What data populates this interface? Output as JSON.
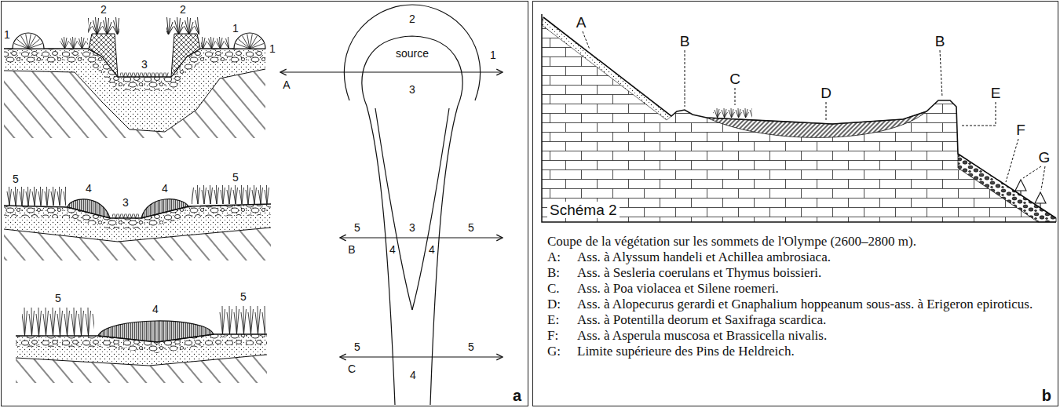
{
  "diagram": {
    "caption": "Coupe de la végétation sur les sommets de l'Olympe (2600–2800 m).",
    "nodes": [
      {
        "text": [
          "a"
        ]
      },
      {
        "text": [
          "b"
        ]
      }
    ],
    "labels": [
      "1",
      "2",
      "2",
      "1",
      "1",
      "3",
      "2",
      "source",
      "1",
      "A",
      "3",
      "5",
      "5",
      "4",
      "3",
      "4",
      "5",
      "3",
      "5",
      "B",
      "4",
      "4",
      "5",
      "5",
      "4",
      "5",
      "5",
      "C",
      "4",
      "A",
      "B",
      "C",
      "D",
      "B",
      "E",
      "F",
      "G",
      "Schéma 2",
      "A:",
      "Ass. à Alyssum handeli et Achillea ambrosiaca.",
      "B:",
      "Ass. à Sesleria coerulans et Thymus boissieri.",
      "C.",
      "Ass. à Poa violacea et Silene roemeri.",
      "D:",
      "Ass. à Alopecurus gerardi et Gnaphalium hoppeanum sous-ass. à Erigeron epiroticus.",
      "E:",
      "Ass. à Potentilla deorum et Saxifraga scardica.",
      "F:",
      "Ass. à Asperula muscosa et Brassicella nivalis.",
      "G:",
      "Limite supérieure des Pins de Heldreich."
    ]
  }
}
